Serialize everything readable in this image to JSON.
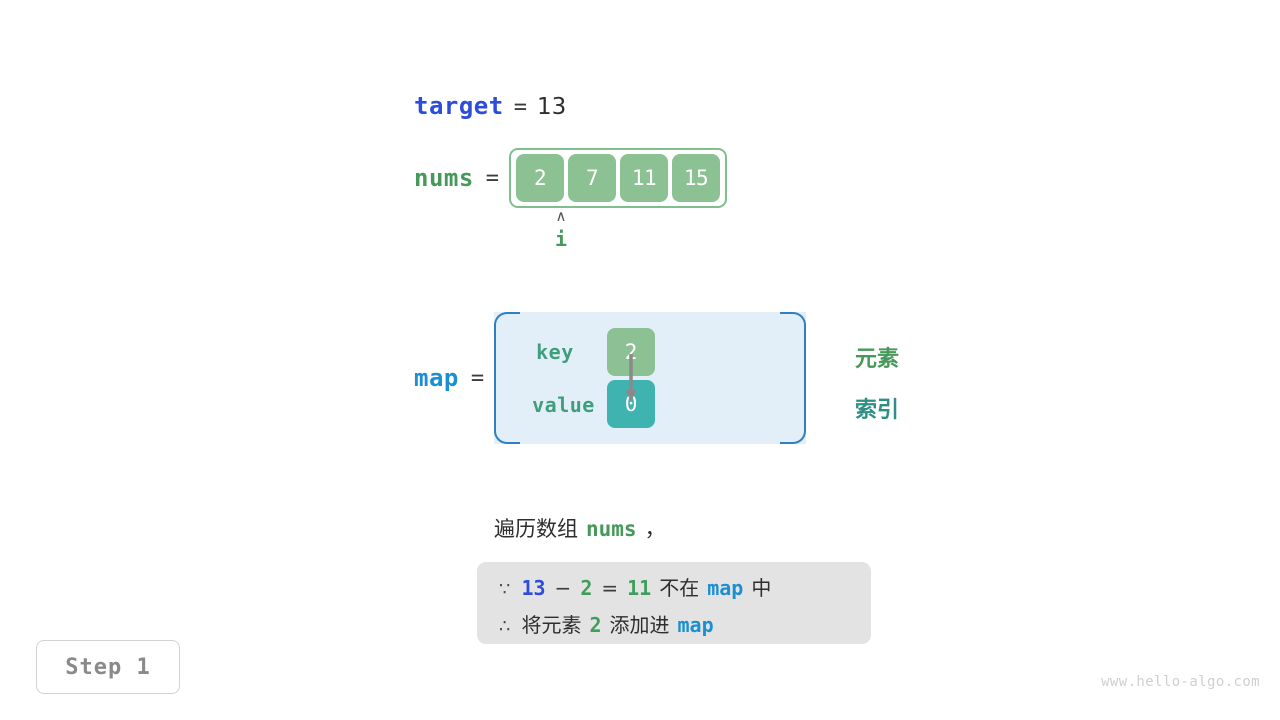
{
  "target": {
    "label": "target",
    "equals": "=",
    "value": "13"
  },
  "nums": {
    "label": "nums",
    "equals": "=",
    "cells": [
      "2",
      "7",
      "11",
      "15"
    ]
  },
  "pointer": {
    "caret": "∧",
    "label": "i"
  },
  "map": {
    "label": "map",
    "equals": "=",
    "key_label": "key",
    "value_label": "value",
    "key_cell": "2",
    "value_cell": "0",
    "legend_element": "元素",
    "legend_index": "索引"
  },
  "explanation": {
    "traverse_prefix": "遍历数组",
    "traverse_var": "nums",
    "traverse_suffix": "，",
    "line1": {
      "symbol": "∵",
      "a": "13",
      "minus": "−",
      "b": "2",
      "equals": "=",
      "result": "11",
      "text_mid": "不在",
      "map_word": "map",
      "text_end": "中"
    },
    "line2": {
      "symbol": "∴",
      "text_start": "将元素",
      "num": "2",
      "text_mid": "添加进",
      "map_word": "map"
    }
  },
  "step_badge": "Step 1",
  "watermark": "www.hello-algo.com",
  "colors": {
    "green": "#46995a",
    "green_cell": "#8cc293",
    "teal_cell": "#3fb3b0",
    "blue_target": "#2c4cdb",
    "blue_map": "#1a8fd1",
    "map_bg": "#e2eff9",
    "map_border": "#2f7fc1",
    "explain_bg": "#e3e3e3",
    "arrow": "#8a8a8a"
  }
}
